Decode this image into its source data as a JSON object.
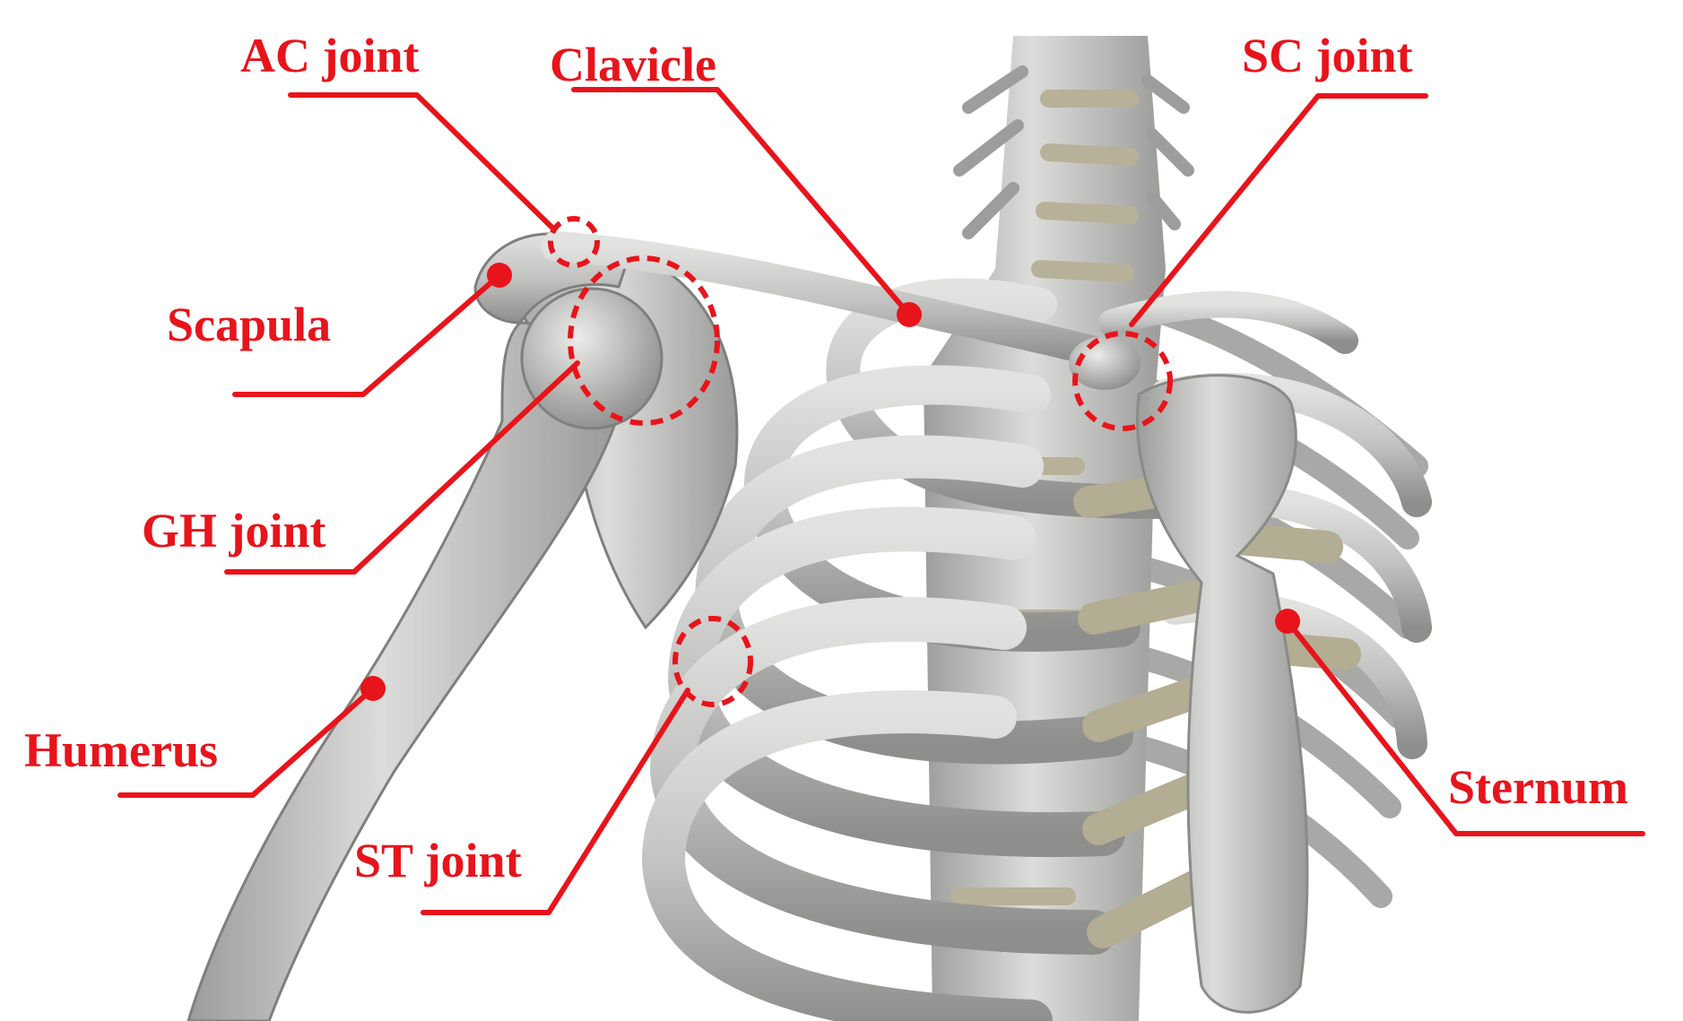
{
  "figure": {
    "colors": {
      "annotation": "#e8141b",
      "bone": "#c4c4c2",
      "bone_shadow": "#8f8f8d",
      "cartilage": "#aaa58a",
      "background": "#ffffff"
    },
    "labels": {
      "ac_joint": "AC joint",
      "clavicle": "Clavicle",
      "sc_joint": "SC joint",
      "scapula": "Scapula",
      "gh_joint": "GH joint",
      "humerus": "Humerus",
      "st_joint": "ST joint",
      "sternum": "Sternum"
    }
  }
}
